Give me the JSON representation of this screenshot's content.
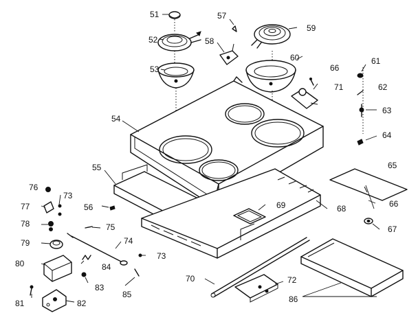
{
  "callouts": {
    "c51": "51",
    "c52": "52",
    "c53": "53",
    "c54": "54",
    "c55": "55",
    "c56": "56",
    "c57": "57",
    "c58": "58",
    "c59": "59",
    "c60": "60",
    "c61": "61",
    "c62": "62",
    "c63": "63",
    "c64": "64",
    "c65": "65",
    "c66a": "66",
    "c66b": "66",
    "c67": "67",
    "c68": "68",
    "c69": "69",
    "c70": "70",
    "c71": "71",
    "c72": "72",
    "c73a": "73",
    "c73b": "73",
    "c74": "74",
    "c75": "75",
    "c76": "76",
    "c77": "77",
    "c78": "78",
    "c79": "79",
    "c80": "80",
    "c81": "81",
    "c82": "82",
    "c83": "83",
    "c84": "84",
    "c85": "85",
    "c86": "86"
  }
}
